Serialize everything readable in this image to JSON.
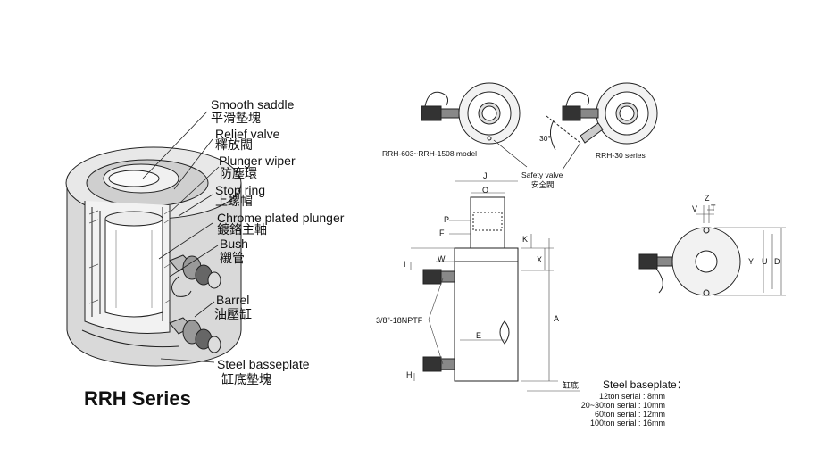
{
  "series_title": "RRH Series",
  "parts": [
    {
      "en": "Smooth saddle",
      "zh": "平滑墊塊"
    },
    {
      "en": "Relief valve",
      "zh": "釋放閥"
    },
    {
      "en": "Plunger wiper",
      "zh": "防塵環"
    },
    {
      "en": "Stop ring",
      "zh": "上螺帽"
    },
    {
      "en": "Chrome plated plunger",
      "zh": "鍍鉻主軸"
    },
    {
      "en": "Bush",
      "zh": "襯管"
    },
    {
      "en": "Barrel",
      "zh": "油壓缸"
    },
    {
      "en": "Steel basseplate",
      "zh": "缸底墊塊"
    }
  ],
  "top_view": {
    "model_left": "RRH-603~RRH-1508 model",
    "model_right": "RRH-30 series",
    "angle": "30°",
    "safety_valve_en": "Safety valve",
    "safety_valve_zh": "安全閥"
  },
  "dimensions": {
    "J": "J",
    "O": "O",
    "P": "P",
    "F": "F",
    "K": "K",
    "X": "X",
    "I": "I",
    "W": "W",
    "E": "E",
    "A": "A",
    "H": "H",
    "V": "V",
    "Z": "Z",
    "T": "T",
    "Y": "Y",
    "U": "U",
    "D": "D",
    "thread": "3/8\"-18NPTF",
    "base_zh": "缸底"
  },
  "baseplate": {
    "header": "Steel baseplate：",
    "rows": [
      "12ton serial : 8mm",
      "20~30ton serial : 10mm",
      "60ton serial : 12mm",
      "100ton serial : 16mm"
    ]
  }
}
